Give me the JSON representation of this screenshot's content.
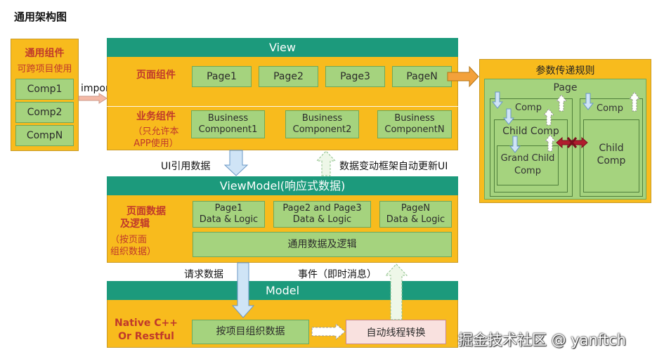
{
  "title": "通用架构图",
  "shared": {
    "title_line1": "通用组件",
    "title_line2": "可跨项目使用",
    "items": [
      "Comp1",
      "Comp2",
      "CompN"
    ]
  },
  "import_label": "import",
  "view": {
    "header": "View",
    "pages_label": "页面组件",
    "pages": [
      "Page1",
      "Page2",
      "Page3",
      "PageN"
    ],
    "biz_label_line1": "业务组件",
    "biz_label_line2": "（只允许本",
    "biz_label_line3": "APP使用）",
    "biz": [
      {
        "line1": "Business",
        "line2": "Component1"
      },
      {
        "line1": "Business",
        "line2": "Component2"
      },
      {
        "line1": "Business",
        "line2": "ComponentN"
      }
    ]
  },
  "param_rules": {
    "title": "参数传递规则",
    "page": "Page",
    "comp_left": "Comp",
    "comp_right": "Comp",
    "child_comp_left": "Child Comp",
    "grand_child_line1": "Grand Child",
    "grand_child_line2": "Comp",
    "child_right_line1": "Child",
    "child_right_line2": "Comp"
  },
  "ui_ref_label": "UI引用数据",
  "auto_update_label": "数据变动框架自动更新UI",
  "viewmodel": {
    "header": "ViewModel(响应式数据)",
    "label_line1": "页面数据",
    "label_line2": "及逻辑",
    "label_line3": "（按页面",
    "label_line4": "组织数据）",
    "data": [
      {
        "line1": "Page1",
        "line2": "Data & Logic"
      },
      {
        "line1": "Page2 and Page3",
        "line2": "Data & Logic"
      },
      {
        "line1": "PageN",
        "line2": "Data & Logic"
      }
    ],
    "common": "通用数据及逻辑"
  },
  "request_label": "请求数据",
  "event_label": "事件（即时消息）",
  "model": {
    "header": "Model",
    "native_line1": "Native C++",
    "native_line2": "Or Restful",
    "org_data": "按项目组织数据",
    "auto_thread": "自动线程转换"
  },
  "watermark": "掘金技术社区 @ yanftch",
  "colors": {
    "orange": "#f8bb1d",
    "teal": "#1c9a7c",
    "green": "#a5d37e",
    "label_red": "#c0392b",
    "arrow_blue": "#cfe4f6"
  }
}
